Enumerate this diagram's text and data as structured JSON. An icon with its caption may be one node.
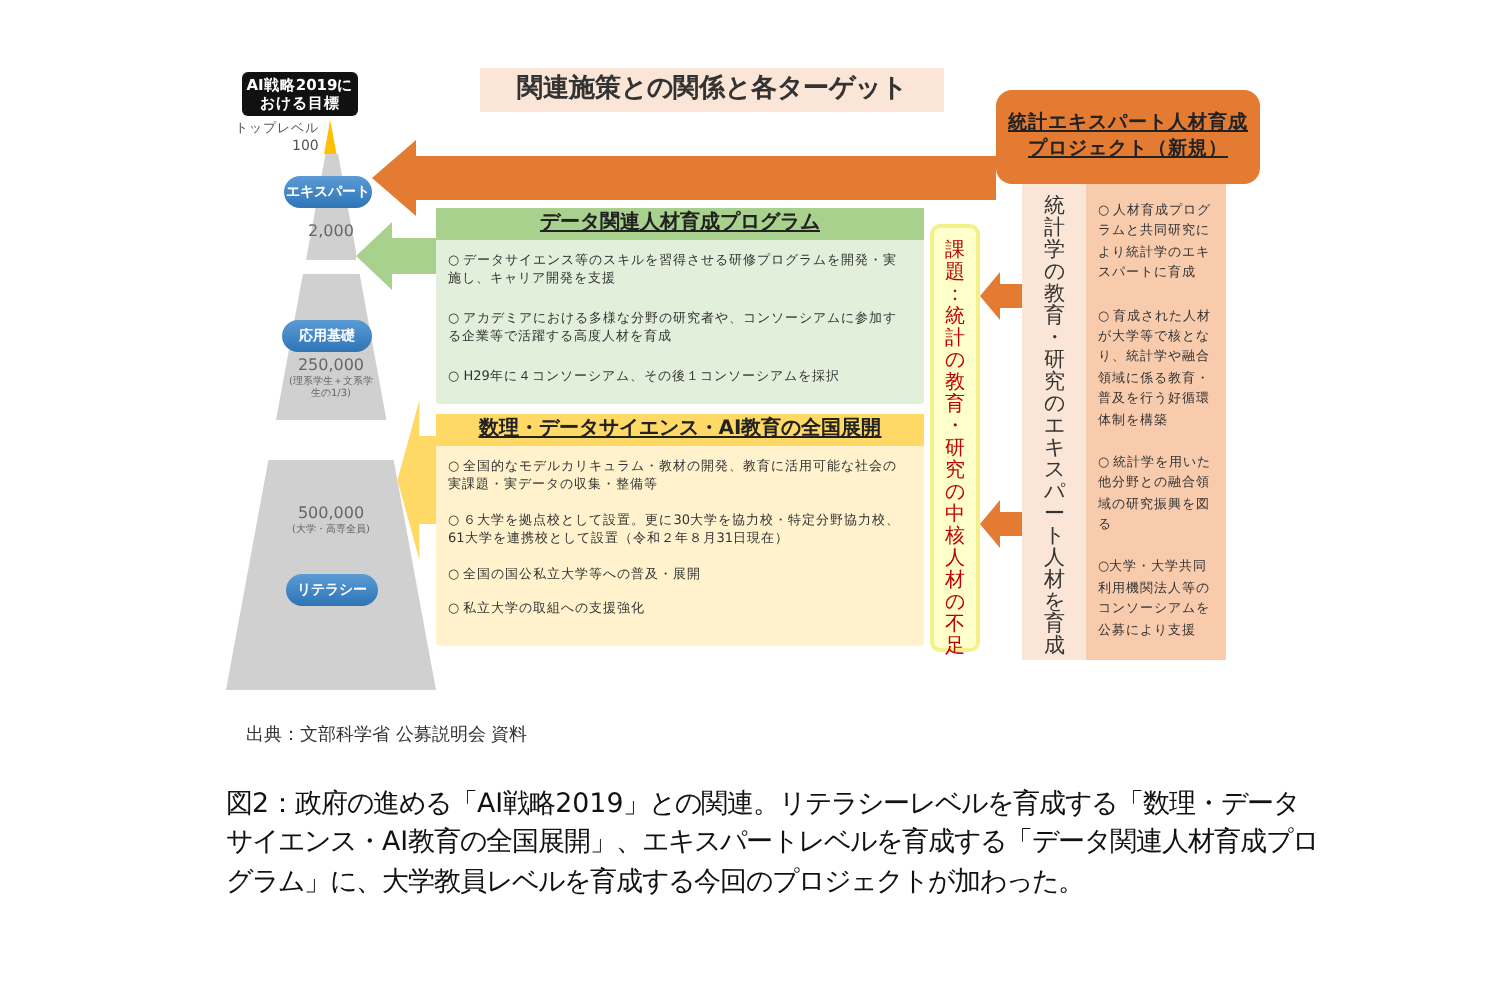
{
  "diagram": {
    "title": "関連施策との関係と各ターゲット",
    "caption": "図2：政府の進める「AI戦略2019」との関連。リテラシーレベルを育成する「数理・データサイエンス・AI教育の全国展開」、エキスパートレベルを育成する「データ関連人材育成プログラム」に、大学教員レベルを育成する今回のプロジェクトが加わった。",
    "nodes": [
      {
        "text": [
          "AI戦略2019における目標"
        ]
      },
      {
        "text": [],
        "shape": "triangle",
        "beside": [
          "トップレベル",
          "100"
        ]
      },
      {
        "text": [
          "2,000"
        ]
      },
      {
        "text": [
          "エキスパート"
        ]
      },
      {
        "text": [
          "250,000",
          "(理系学生＋文系学生の1/3)"
        ]
      },
      {
        "text": [
          "応用基礎"
        ],
        "in": 4
      },
      {
        "text": [
          "500,000",
          "(大学・高専全員)"
        ]
      },
      {
        "text": [
          "リテラシー"
        ],
        "in": 6
      },
      {
        "text": [
          "データ関連人材育成プログラム",
          "○ データサイエンス等のスキルを習得させる研修プログラムを開発・実施し、キャリア開発を支援",
          "○ アカデミアにおける多様な分野の研究者や、コンソーシアムに参加する企業等で活躍する高度人材を育成",
          "○ H29年に４コンソーシアム、その後１コンソーシアムを採択"
        ]
      },
      {
        "text": [
          "数理・データサイエンス・AI教育の全国展開",
          "○ 全国的なモデルカリキュラム・教材の開発、教育に活用可能な社会の実課題・実データの収集・整備等",
          "○ ６大学を拠点校として設置。更に30大学を協力校・特定分野協力校、61大学を連携校として設置（令和２年８月31日現在）",
          "○ 全国の国公私立大学等への普及・展開",
          "○ 私立大学の取組への支援強化"
        ]
      },
      {
        "text": [
          "課題：統計の教育・研究の中核人材の不足"
        ]
      },
      {
        "text": [
          "統計エキスパート人材育成プロジェクト（新規）"
        ]
      },
      {
        "text": [
          "統計学の教育・研究のエキスパート人材を育成"
        ]
      },
      {
        "text": [
          "○ 人材育成プログラムと共同研究により統計学のエキスパートに育成",
          "○ 育成された人材が大学等で核となり、統計学や融合領域に係る教育・普及を行う好循環体制を構築",
          "○ 統計学を用いた他分野との融合領域の研究振興を図る",
          "○大学・大学共同利用機関法人等のコンソーシアムを公募により支援"
        ]
      }
    ],
    "edges": [
      {
        "from": 11,
        "to": 3,
        "arrow": "to",
        "style": "thick",
        "color": "#e37b33"
      },
      {
        "from": 8,
        "to": 2,
        "arrow": "to",
        "style": "thick",
        "color": "#a9d18e"
      },
      {
        "from": 9,
        "to": 6,
        "arrow": "to",
        "style": "thick",
        "color": "#ffd966"
      },
      {
        "from": 12,
        "to": 10,
        "arrow": "to",
        "style": "thick",
        "color": "#e37b33"
      },
      {
        "from": 12,
        "to": 10,
        "arrow": "to",
        "style": "thick",
        "color": "#e37b33"
      }
    ],
    "labels": [
      "出典：文部科学省 公募説明会 資料"
    ]
  }
}
